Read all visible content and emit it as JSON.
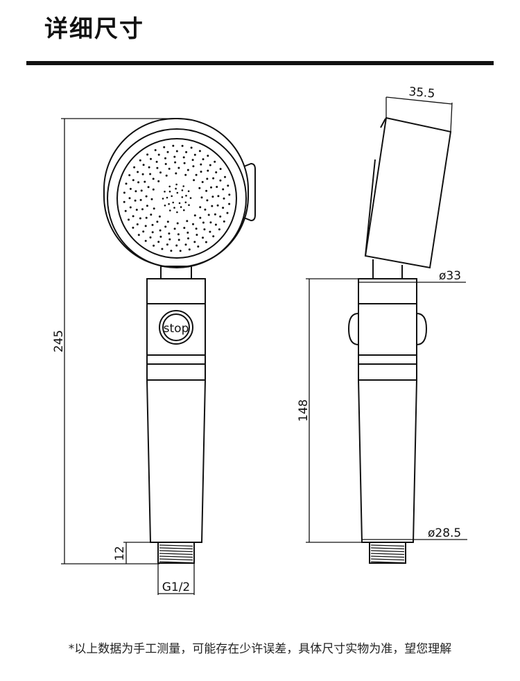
{
  "header": {
    "title": "详细尺寸"
  },
  "front_view": {
    "button_label": "stop",
    "dim_total_length": "245",
    "dim_connector_length": "12",
    "thread_label": "G1/2"
  },
  "side_view": {
    "dim_head_thickness": "35.5",
    "dim_upper_diameter": "ø33",
    "dim_handle_length": "148",
    "dim_lower_diameter": "ø28.5"
  },
  "footer": {
    "note": "*以上数据为手工测量，可能存在少许误差，具体尺寸实物为准，望您理解"
  },
  "colors": {
    "line": "#111111",
    "background": "#ffffff"
  }
}
